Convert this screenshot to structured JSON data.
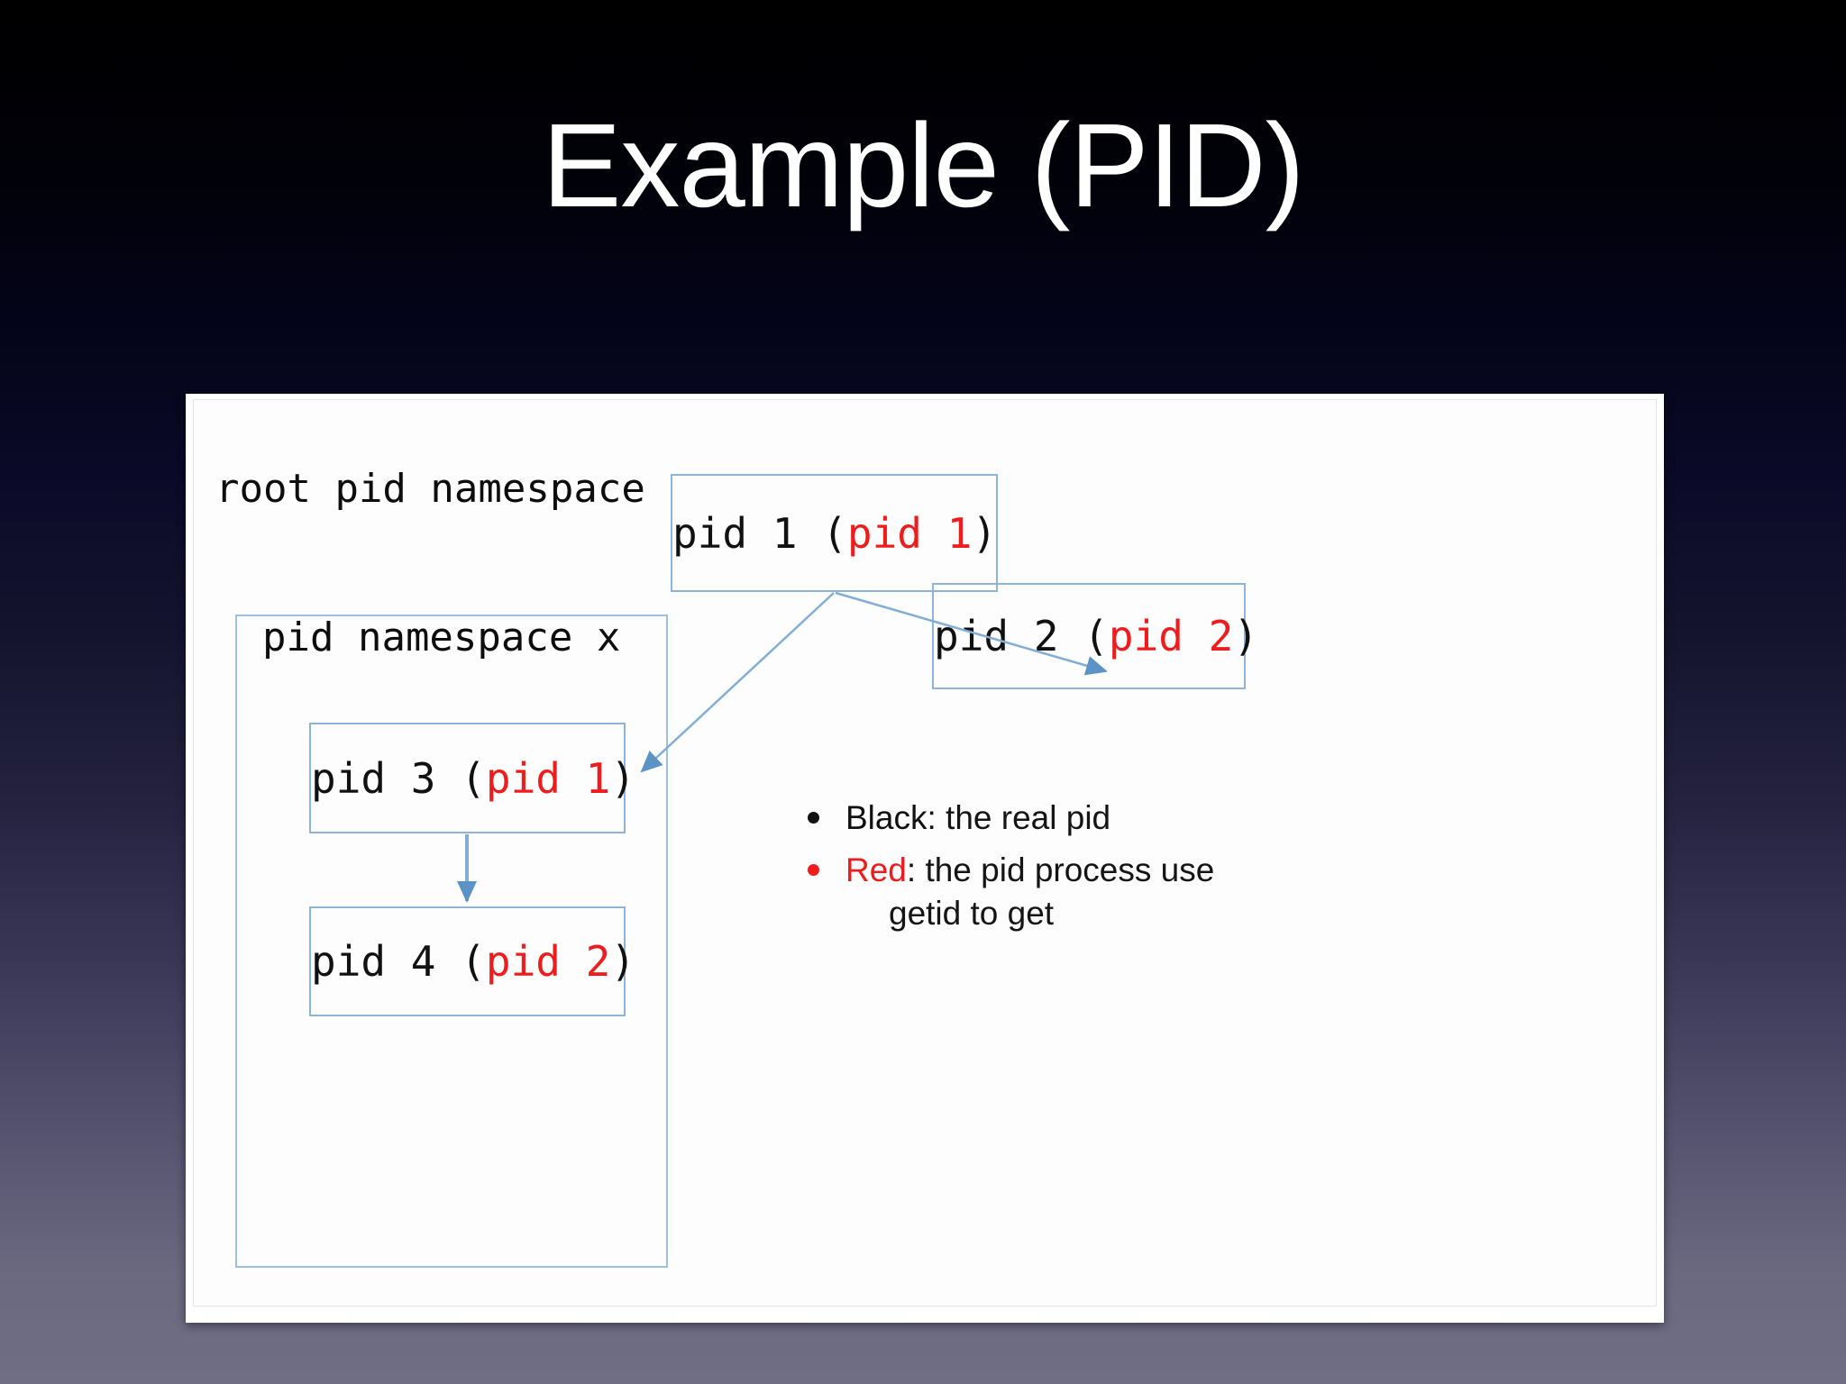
{
  "slide": {
    "title": "Example (PID)",
    "background_top": "#000000",
    "background_bottom": "#706e85"
  },
  "diagram": {
    "root_namespace_label": "root pid namespace",
    "child_namespace_label": "pid namespace x",
    "box_border_color": "#8fb4d9",
    "real_pid_color": "#111111",
    "virtual_pid_color": "#ee1c1c",
    "boxes": [
      {
        "id": "pid-1",
        "real": "pid 1",
        "open_paren": " (",
        "virtual": "pid 1",
        "close_paren": ")"
      },
      {
        "id": "pid-2",
        "real": "pid 2",
        "open_paren": " (",
        "virtual": "pid 2",
        "close_paren": ")"
      },
      {
        "id": "pid-3",
        "real": "pid 3",
        "open_paren": " (",
        "virtual": "pid 1",
        "close_paren": ")"
      },
      {
        "id": "pid-4",
        "real": "pid 4",
        "open_paren": " (",
        "virtual": "pid 2",
        "close_paren": ")"
      }
    ],
    "arrows": [
      {
        "id": "pid1-to-pid3",
        "from": "pid-1",
        "to": "pid-3"
      },
      {
        "id": "pid1-to-pid2",
        "from": "pid-1",
        "to": "pid-2"
      },
      {
        "id": "pid3-to-pid4",
        "from": "pid-3",
        "to": "pid-4"
      }
    ]
  },
  "legend": {
    "black_key": "Black",
    "black_text": ": the real pid",
    "red_key": "Red",
    "red_text": ": the pid process use",
    "red_text_cont": "getid to get"
  }
}
